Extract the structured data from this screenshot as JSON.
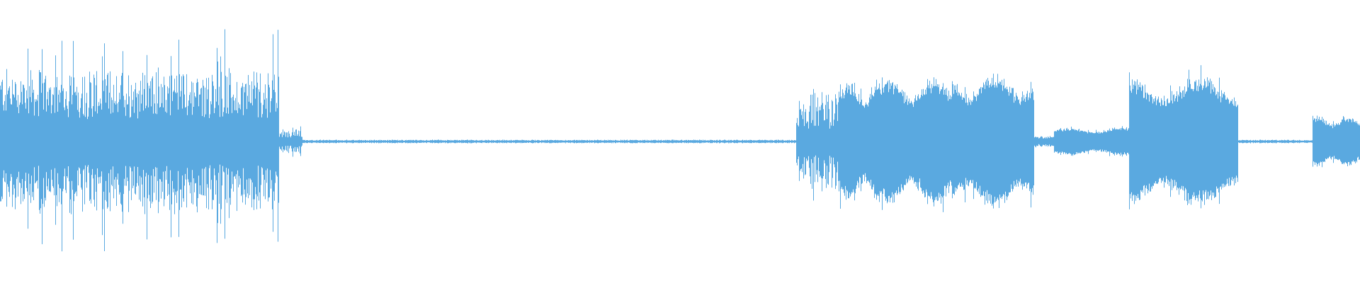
{
  "waveform": {
    "color": "#5aa9e0",
    "background": "#ffffff",
    "segments": [
      {
        "start": 0.0,
        "end": 0.205,
        "level": 0.62,
        "peak": 0.95,
        "style": "spiky"
      },
      {
        "start": 0.205,
        "end": 0.222,
        "level": 0.1,
        "peak": 0.14,
        "style": "spiky"
      },
      {
        "start": 0.222,
        "end": 0.585,
        "level": 0.015,
        "peak": 0.02,
        "style": "flat"
      },
      {
        "start": 0.585,
        "end": 0.616,
        "level": 0.4,
        "peak": 0.5,
        "style": "burst"
      },
      {
        "start": 0.616,
        "end": 0.65,
        "level": 0.52,
        "peak": 0.75,
        "style": "dense"
      },
      {
        "start": 0.65,
        "end": 0.7,
        "level": 0.55,
        "peak": 0.78,
        "style": "dense"
      },
      {
        "start": 0.7,
        "end": 0.76,
        "level": 0.58,
        "peak": 0.88,
        "style": "dense"
      },
      {
        "start": 0.76,
        "end": 0.775,
        "level": 0.05,
        "peak": 0.08,
        "style": "flat"
      },
      {
        "start": 0.775,
        "end": 0.83,
        "level": 0.12,
        "peak": 0.18,
        "style": "dense"
      },
      {
        "start": 0.83,
        "end": 0.91,
        "level": 0.55,
        "peak": 0.8,
        "style": "dense"
      },
      {
        "start": 0.91,
        "end": 0.965,
        "level": 0.015,
        "peak": 0.02,
        "style": "flat"
      },
      {
        "start": 0.965,
        "end": 1.0,
        "level": 0.22,
        "peak": 0.4,
        "style": "dense"
      }
    ]
  }
}
